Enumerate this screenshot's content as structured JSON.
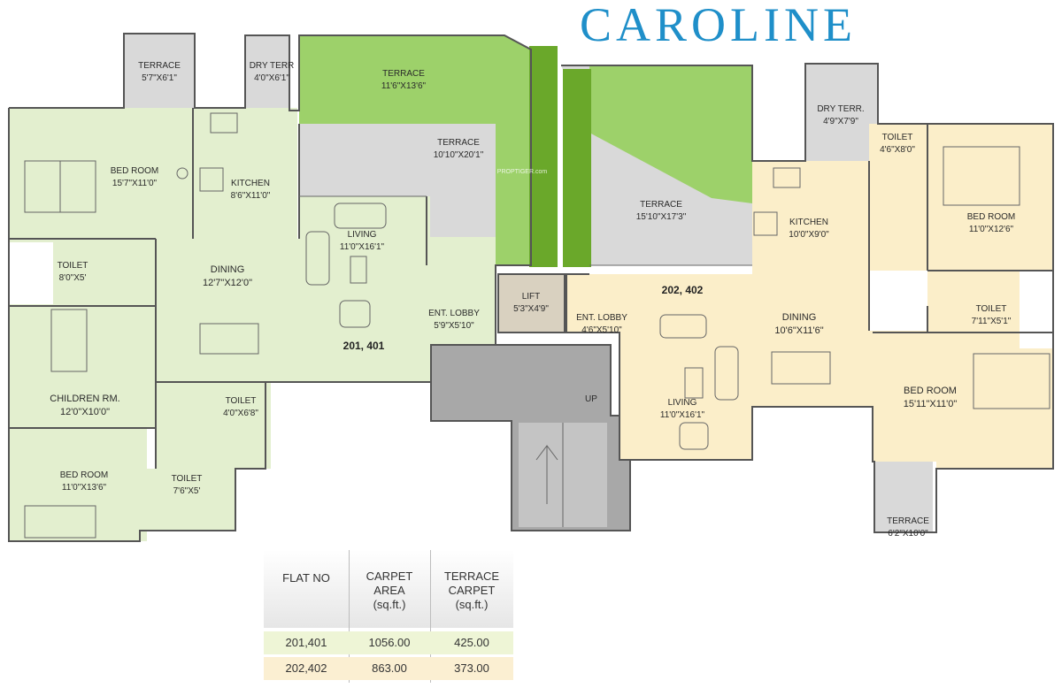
{
  "brand": {
    "name": "CAROLINE"
  },
  "flat_a": {
    "number": "201, 401",
    "rooms": [
      {
        "name": "TERRACE",
        "size": "5'7\"X6'1\""
      },
      {
        "name": "DRY TERR",
        "size": "4'0\"X6'1\""
      },
      {
        "name": "TERRACE",
        "size": "11'6\"X13'6\""
      },
      {
        "name": "TERRACE",
        "size": "10'10\"X20'1\""
      },
      {
        "name": "BED ROOM",
        "size": "15'7\"X11'0\""
      },
      {
        "name": "KITCHEN",
        "size": "8'6\"X11'0\""
      },
      {
        "name": "LIVING",
        "size": "11'0\"X16'1\""
      },
      {
        "name": "TOILET",
        "size": "8'0\"X5'"
      },
      {
        "name": "DINING",
        "size": "12'7\"X12'0\""
      },
      {
        "name": "ENT. LOBBY",
        "size": "5'9\"X5'10\""
      },
      {
        "name": "CHILDREN RM.",
        "size": "12'0\"X10'0\""
      },
      {
        "name": "TOILET",
        "size": "4'0\"X6'8\""
      },
      {
        "name": "BED ROOM",
        "size": "11'0\"X13'6\""
      },
      {
        "name": "TOILET",
        "size": "7'6\"X5'"
      }
    ]
  },
  "flat_b": {
    "number": "202, 402",
    "rooms": [
      {
        "name": "DRY TERR.",
        "size": "4'9\"X7'9\""
      },
      {
        "name": "TOILET",
        "size": "4'6\"X8'0\""
      },
      {
        "name": "TERRACE",
        "size": "15'10\"X17'3\""
      },
      {
        "name": "KITCHEN",
        "size": "10'0\"X9'0\""
      },
      {
        "name": "BED ROOM",
        "size": "11'0\"X12'6\""
      },
      {
        "name": "ENT. LOBBY",
        "size": "4'6\"X5'10\""
      },
      {
        "name": "DINING",
        "size": "10'6\"X11'6\""
      },
      {
        "name": "TOILET",
        "size": "7'11\"X5'1\""
      },
      {
        "name": "LIVING",
        "size": "11'0\"X16'1\""
      },
      {
        "name": "BED ROOM",
        "size": "15'11\"X11'0\""
      },
      {
        "name": "TERRACE",
        "size": "6'2\"X10'0\""
      }
    ]
  },
  "core": {
    "lift": {
      "name": "LIFT",
      "size": "5'3\"X4'9\""
    },
    "stair_label": "UP"
  },
  "watermark": "PROPTIGER.com",
  "colors": {
    "flat_a": "#e3efcf",
    "flat_b": "#fbeec9",
    "green_terrace": "#9dd16a",
    "grey_terrace": "#d9d9d9",
    "stair": "#a8a8a8",
    "lift": "#d9d1c0",
    "brand": "#1f8fc9"
  },
  "area_table": {
    "headers": [
      [
        "FLAT NO"
      ],
      [
        "CARPET",
        "AREA",
        "(sq.ft.)"
      ],
      [
        "TERRACE",
        "CARPET",
        "(sq.ft.)"
      ]
    ],
    "rows": [
      {
        "flat": "201,401",
        "carpet": "1056.00",
        "terrace": "425.00",
        "color": "#eef5d6"
      },
      {
        "flat": "202,402",
        "carpet": "863.00",
        "terrace": "373.00",
        "color": "#fbefd2"
      }
    ]
  }
}
